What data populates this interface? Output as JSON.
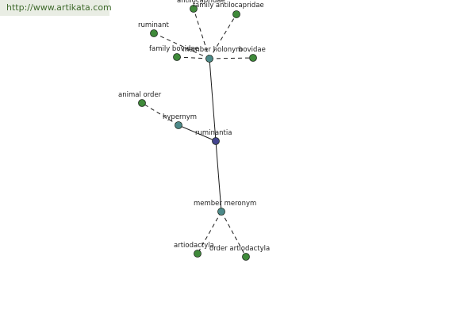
{
  "watermark": {
    "text": "http://www.artikata.com"
  },
  "colors": {
    "center": "#44458f",
    "relation": "#4d8a8a",
    "term": "#3f8a3a",
    "edge": "#1a1a1a"
  },
  "graph": {
    "center": {
      "label": "ruminantia"
    },
    "relations": [
      {
        "id": "holonym",
        "label": "member holonym"
      },
      {
        "id": "hypernym",
        "label": "hypernym"
      },
      {
        "id": "meronym",
        "label": "member meronym"
      }
    ],
    "terms": [
      {
        "id": "antilocapridae",
        "label": "antilocapridae",
        "relation": "holonym"
      },
      {
        "id": "family-antilocapridae",
        "label": "family antilocapridae",
        "relation": "holonym"
      },
      {
        "id": "ruminant",
        "label": "ruminant",
        "relation": "holonym"
      },
      {
        "id": "family-bovidae",
        "label": "family bovidae",
        "relation": "holonym"
      },
      {
        "id": "bovidae",
        "label": "bovidae",
        "relation": "holonym"
      },
      {
        "id": "animal-order",
        "label": "animal order",
        "relation": "hypernym"
      },
      {
        "id": "artiodactyla",
        "label": "artiodactyla",
        "relation": "meronym"
      },
      {
        "id": "order-artiodactyla",
        "label": "order artiodactyla",
        "relation": "meronym"
      }
    ]
  }
}
